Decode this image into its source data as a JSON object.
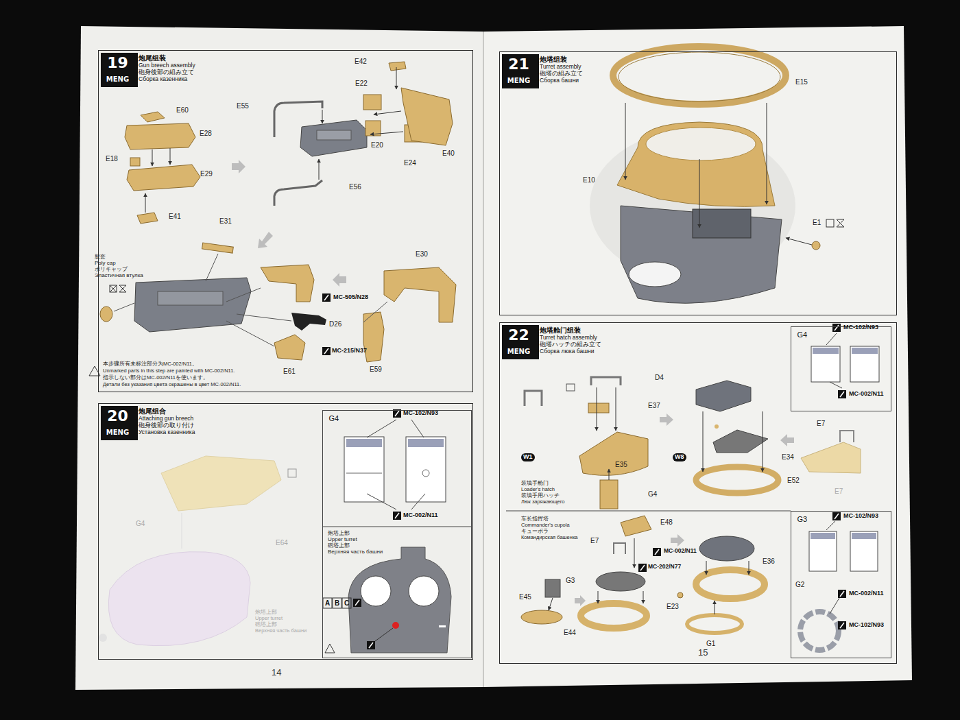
{
  "diagram": {
    "nodes": [
      {
        "text": [
          "炮尾组装",
          "Gun breech assembly",
          "砲身後部の組み立て",
          "Сборка казенника"
        ]
      },
      {
        "text": [
          "19",
          "MENG"
        ],
        "in": 0
      },
      {
        "text": [
          "炮尾组合",
          "Attaching gun breech",
          "砲身後部の取り付け",
          "Установка казенника"
        ]
      },
      {
        "text": [
          "20",
          "MENG"
        ],
        "in": 2
      },
      {
        "text": [
          "G4"
        ],
        "in": 2
      },
      {
        "text": [
          "炮塔组装",
          "Turret assembly",
          "砲塔の組み立て",
          "Сборка башни"
        ]
      },
      {
        "text": [
          "21",
          "MENG"
        ],
        "in": 5
      },
      {
        "text": [
          "炮塔舱门组装",
          "Turret hatch assembly",
          "砲塔ハッチの組み立て",
          "Сборка люка башни"
        ]
      },
      {
        "text": [
          "22",
          "MENG"
        ],
        "in": 7
      },
      {
        "text": [
          "G4"
        ],
        "in": 7
      },
      {
        "text": [
          "G3"
        ],
        "in": 7
      }
    ],
    "labels": [
      "E42",
      "E22",
      "E55",
      "E60",
      "E28",
      "E18",
      "E29",
      "E20",
      "E24",
      "E40",
      "E56",
      "E41",
      "E31",
      "胶套",
      "Poly cap",
      "ポリキャップ",
      "Эластичная втулка",
      "E30",
      "MC-505/N28",
      "D26",
      "MC-215/N37",
      "E61",
      "E59",
      "本步骤所有未标注部分为MC-002/N11。",
      "Unmarked parts in this step are painted with MC-002/N11.",
      "指示しない部分はMC-002/N11を使います。",
      "Детали без указания цвета окрашены в цвет MC-002/N11.",
      "G4",
      "E64",
      "炮塔上部",
      "Upper turret",
      "砲塔上部",
      "Верхняя часть башни",
      "MC-102/N93",
      "MC-002/N11",
      "炮塔上部",
      "Upper turret",
      "砲塔上部",
      "Верхняя часть башни",
      "A",
      "B",
      "C",
      "E15",
      "E10",
      "E1",
      "D4",
      "E37",
      "W1",
      "W8",
      "E35",
      "G4",
      "装填手舱门",
      "Loader's hatch",
      "装填手用ハッチ",
      "Люк заряжающего",
      "E7",
      "E34",
      "E52",
      "E7",
      "MC-102/N93",
      "MC-002/N11",
      "车长指挥塔",
      "Commander's cupola",
      "キューポラ",
      "Командирская башенка",
      "E48",
      "E7",
      "MC-002/N11",
      "MC-202/N77",
      "E36",
      "G3",
      "E45",
      "E23",
      "E44",
      "G1",
      "MC-102/N93",
      "G2",
      "MC-002/N11",
      "MC-102/N93",
      "14",
      "15"
    ]
  }
}
